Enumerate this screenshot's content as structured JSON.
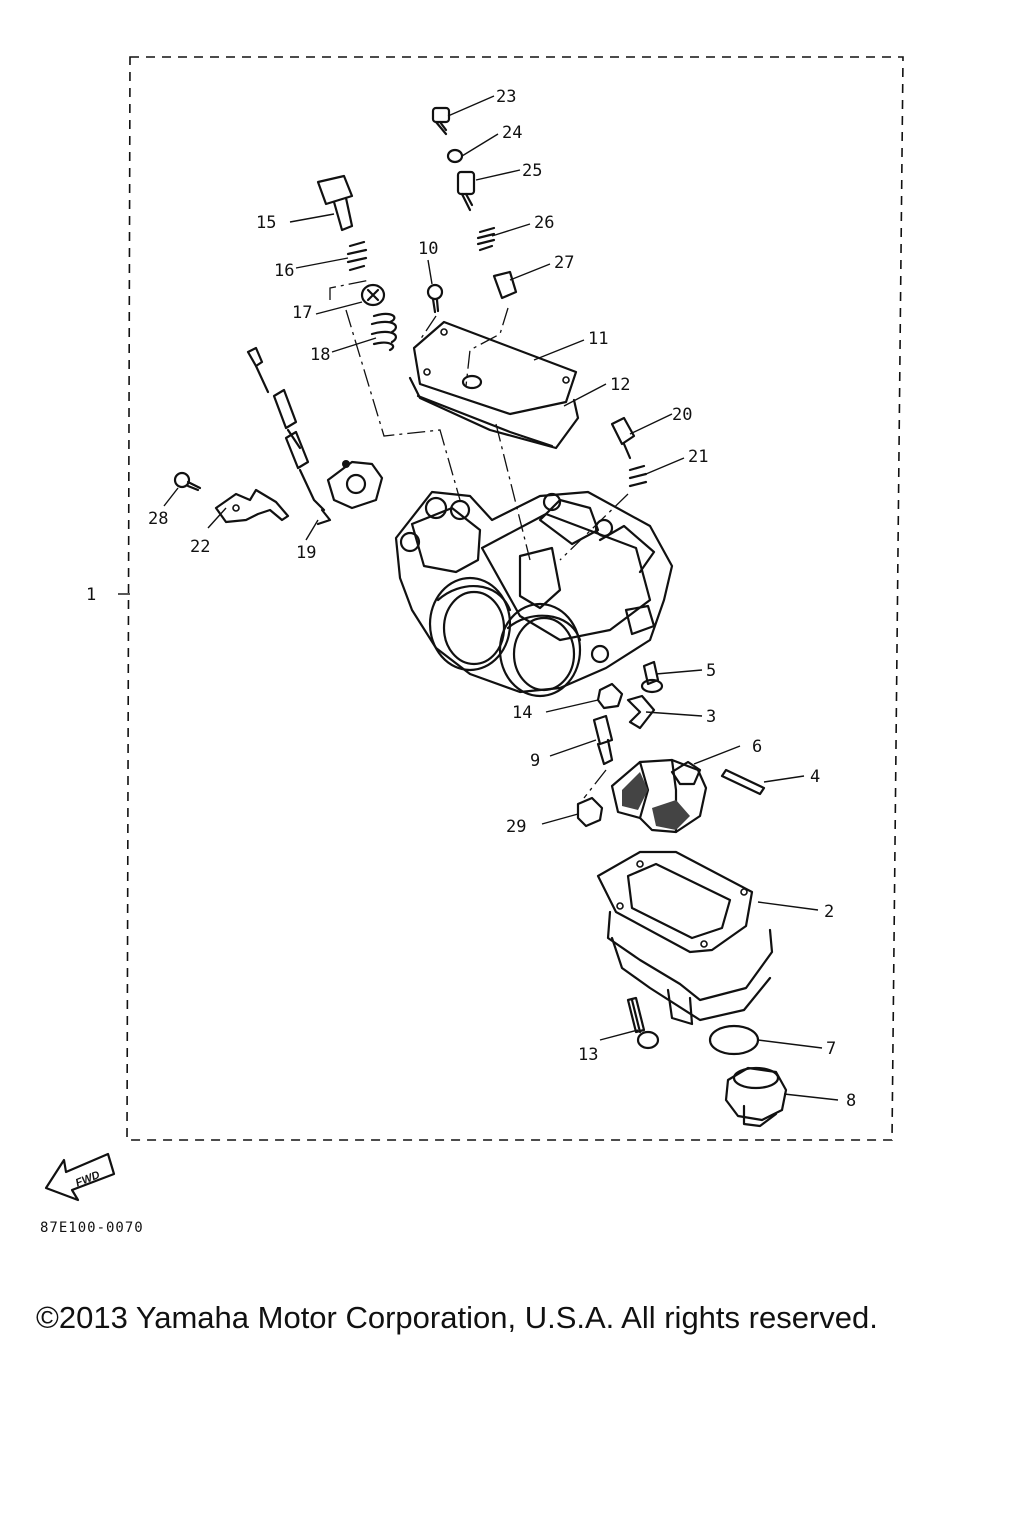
{
  "diagram": {
    "code": "87E100-0070",
    "fwd_label": "FWD",
    "callouts": {
      "c1": "1",
      "c2": "2",
      "c3": "3",
      "c4": "4",
      "c5": "5",
      "c6": "6",
      "c7": "7",
      "c8": "8",
      "c9": "9",
      "c10": "10",
      "c11": "11",
      "c12": "12",
      "c13": "13",
      "c14": "14",
      "c15": "15",
      "c16": "16",
      "c17": "17",
      "c18": "18",
      "c19": "19",
      "c20": "20",
      "c21": "21",
      "c22": "22",
      "c23": "23",
      "c24": "24",
      "c25": "25",
      "c26": "26",
      "c27": "27",
      "c28": "28",
      "c29": "29"
    }
  },
  "footer": {
    "copyright": "©2013 Yamaha Motor Corporation, U.S.A. All rights reserved."
  }
}
